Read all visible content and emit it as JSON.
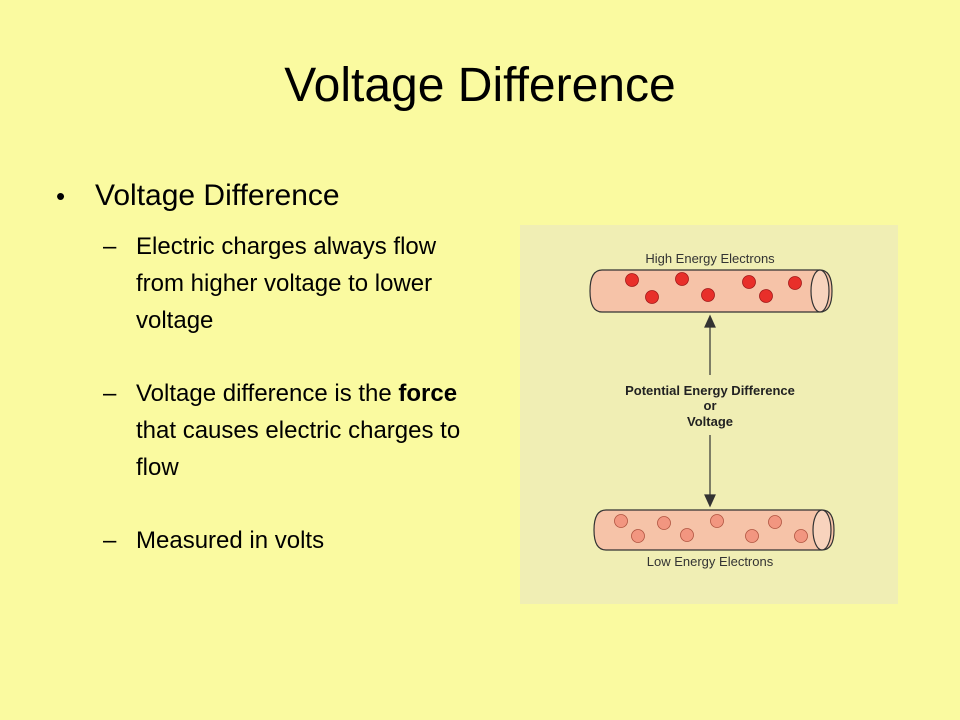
{
  "slide": {
    "title": "Voltage Difference",
    "bullet": {
      "label": "Voltage Difference",
      "marker": "•"
    },
    "sub_bullets": {
      "dash": "–",
      "item1": "Electric charges always flow from higher voltage to lower voltage",
      "item2_bold": "force",
      "item2_pre": "Voltage difference is the ",
      "item2_post": " that causes electric charges to flow",
      "item3": "Measured in volts"
    }
  },
  "figure": {
    "top_label": "High Energy Electrons",
    "middle_label_1": "Potential Energy Difference",
    "middle_label_2": "or",
    "middle_label_3": "Voltage",
    "bottom_label": "Low Energy Electrons",
    "colors": {
      "background": "#f0eeb4",
      "tube_fill": "#f6c3a8",
      "high_electron": "#e82f2a",
      "low_electron": "#f29680"
    }
  }
}
